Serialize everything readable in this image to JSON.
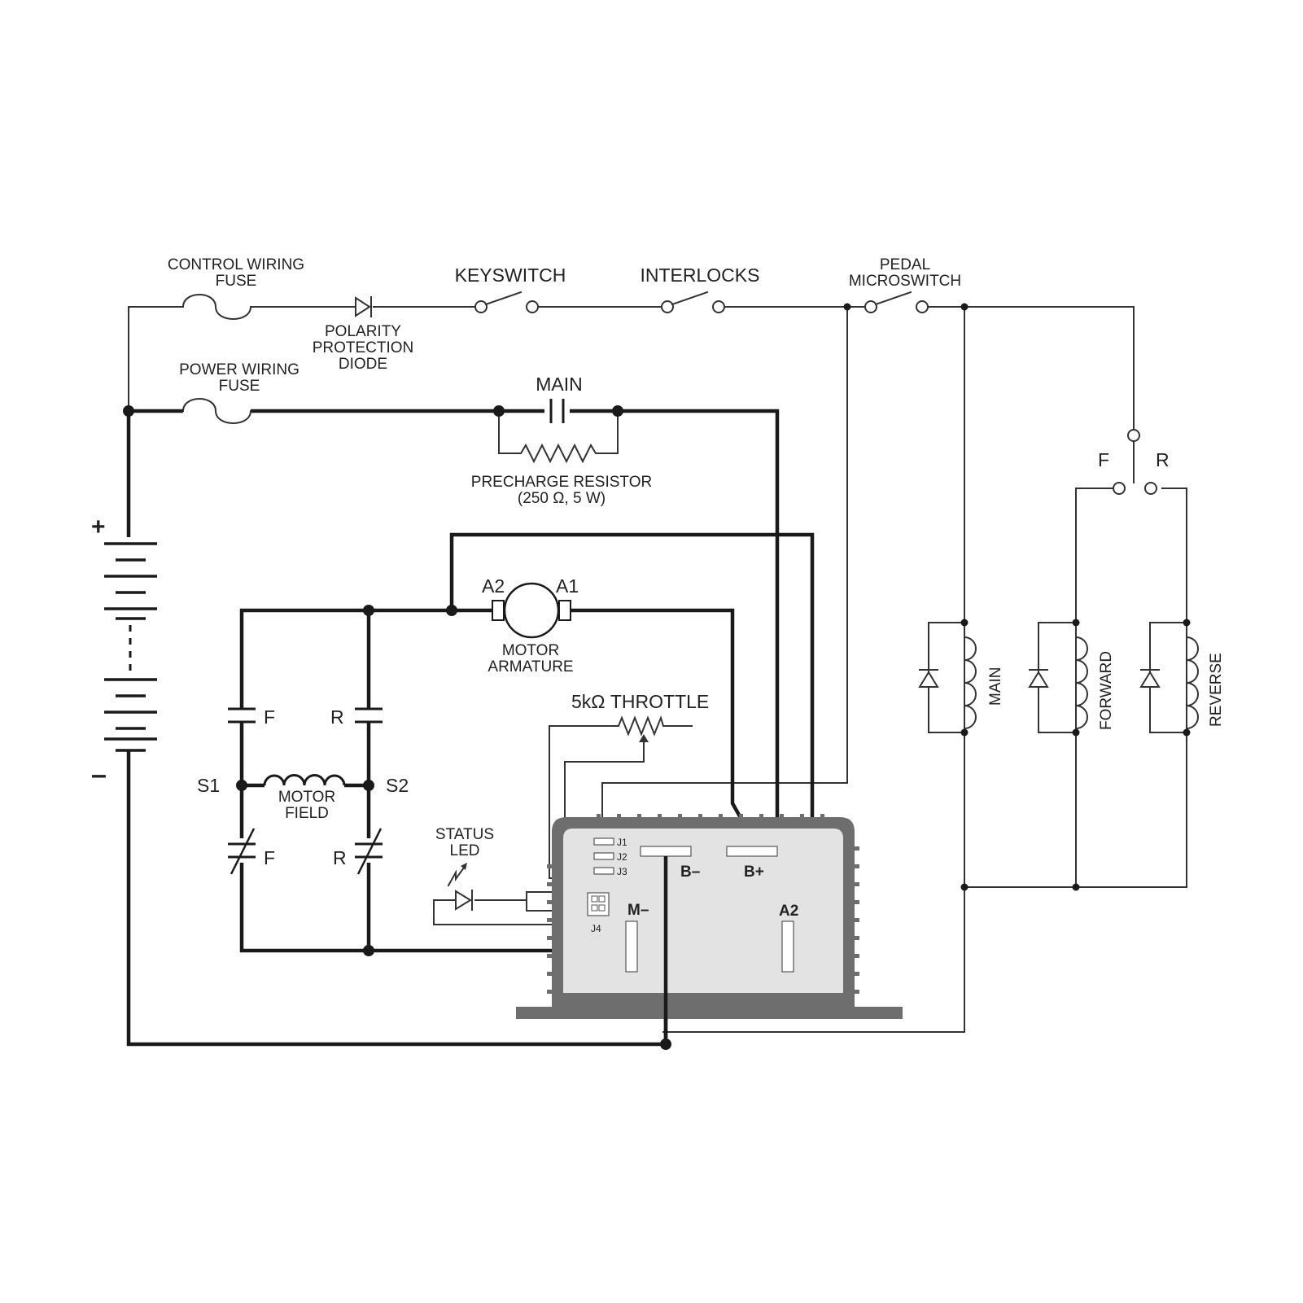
{
  "labels": {
    "control_fuse": [
      "CONTROL WIRING",
      "FUSE"
    ],
    "polarity_diode": [
      "POLARITY",
      "PROTECTION",
      "DIODE"
    ],
    "keyswitch": "KEYSWITCH",
    "interlocks": "INTERLOCKS",
    "pedal_microswitch": [
      "PEDAL",
      "MICROSWITCH"
    ],
    "power_fuse": [
      "POWER WIRING",
      "FUSE"
    ],
    "main_contactor": "MAIN",
    "precharge_resistor": [
      "PRECHARGE RESISTOR",
      "(250 Ω, 5 W)"
    ],
    "battery_plus": "+",
    "battery_minus": "–",
    "armature_a2": "A2",
    "armature_a1": "A1",
    "motor_armature": [
      "MOTOR",
      "ARMATURE"
    ],
    "throttle": "5kΩ THROTTLE",
    "field_f_top": "F",
    "field_r_top": "R",
    "field_f_bottom": "F",
    "field_r_bottom": "R",
    "s1": "S1",
    "s2": "S2",
    "motor_field": [
      "MOTOR",
      "FIELD"
    ],
    "status_led": [
      "STATUS",
      "LED"
    ],
    "selector_f": "F",
    "selector_r": "R",
    "coil_main": "MAIN",
    "coil_forward": "FORWARD",
    "coil_reverse": "REVERSE"
  },
  "controller": {
    "j1": "J1",
    "j2": "J2",
    "j3": "J3",
    "j4": "J4",
    "b_minus": "B–",
    "b_plus": "B+",
    "m_minus": "M–",
    "a2": "A2"
  },
  "colors": {
    "wire": "#333333",
    "power_wire": "#1a1a1a",
    "controller_body": "#6e6e6e",
    "controller_face": "#e3e3e3"
  }
}
